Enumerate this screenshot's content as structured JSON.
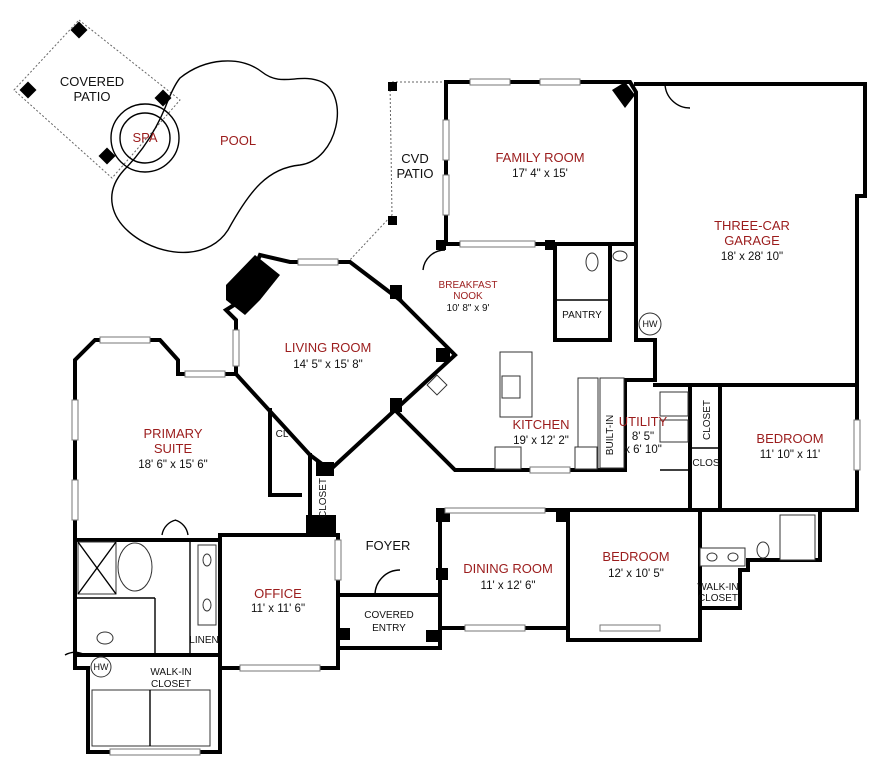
{
  "colors": {
    "room_name": "#9b1c1c",
    "wall": "#000000",
    "background": "#ffffff",
    "outline": "#666666"
  },
  "rooms": {
    "covered_patio_1": "COVERED",
    "covered_patio_2": "PATIO",
    "spa": "SPA",
    "pool": "POOL",
    "cvd_patio_1": "CVD",
    "cvd_patio_2": "PATIO",
    "family_room": {
      "name": "FAMILY ROOM",
      "dim": "17' 4\" x 15'"
    },
    "garage": {
      "name1": "THREE-CAR",
      "name2": "GARAGE",
      "dim": "18' x 28' 10\""
    },
    "breakfast": {
      "name1": "BREAKFAST",
      "name2": "NOOK",
      "dim": "10' 8\" x 9'"
    },
    "pantry": "PANTRY",
    "hw_garage": "HW",
    "living_room": {
      "name": "LIVING ROOM",
      "dim": "14' 5\" x 15' 8\""
    },
    "kitchen": {
      "name": "KITCHEN",
      "dim": "19' x 12' 2\""
    },
    "built_in": "BUILT-IN",
    "utility": {
      "name": "UTILITY",
      "dim1": "8' 5\"",
      "dim2": "x 6' 10\""
    },
    "closet_vertical": "CLOSET",
    "clos": "CLOS",
    "bedroom_right": {
      "name": "BEDROOM",
      "dim": "11' 10\" x 11'"
    },
    "primary_suite": {
      "name1": "PRIMARY",
      "name2": "SUITE",
      "dim": "18' 6\" x 15' 6\""
    },
    "cl": "CL",
    "closet_foyer": "CLOSET",
    "foyer": "FOYER",
    "dining_room": {
      "name": "DINING ROOM",
      "dim": "11' x 12' 6\""
    },
    "bedroom_center": {
      "name": "BEDROOM",
      "dim": "12' x 10' 5\""
    },
    "walk_in_closet_right_1": "WALK-IN",
    "walk_in_closet_right_2": "CLOSET",
    "office": {
      "name": "OFFICE",
      "dim": "11' x 11' 6\""
    },
    "covered_entry_1": "COVERED",
    "covered_entry_2": "ENTRY",
    "linen": "LINEN",
    "hw_bath": "HW",
    "walk_in_closet_left_1": "WALK-IN",
    "walk_in_closet_left_2": "CLOSET"
  }
}
